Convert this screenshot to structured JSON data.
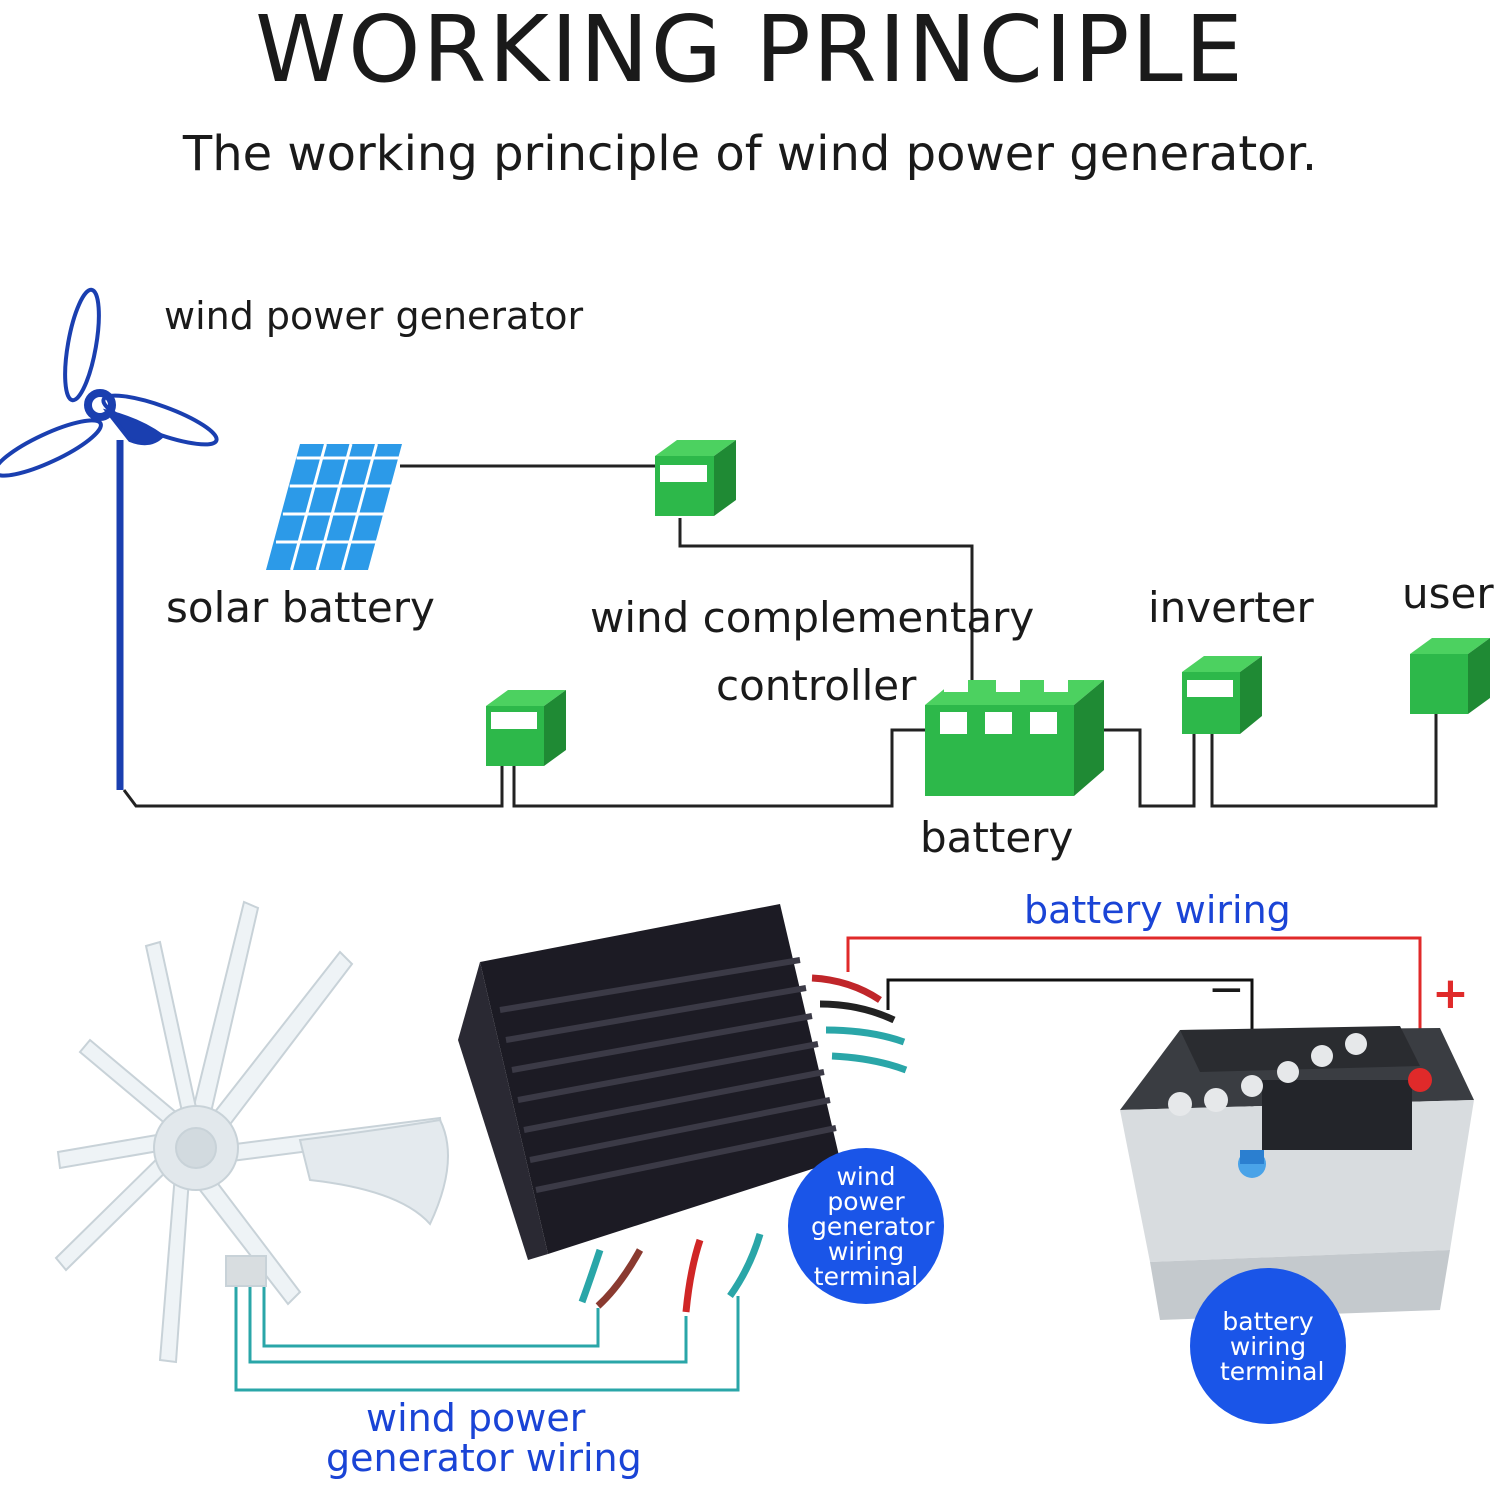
{
  "title": "WORKING PRINCIPLE",
  "subtitle": "The working principle of wind power generator.",
  "labels": {
    "wind_power_generator": "wind power generator",
    "solar_battery": "solar battery",
    "controller_line1": "wind complementary",
    "controller_line2": "controller",
    "inverter": "inverter",
    "user": "user",
    "battery": "battery",
    "battery_wiring": "battery wiring",
    "wiring_line1": "wind power",
    "wiring_line2": "generator wiring",
    "minus": "−",
    "plus": "+"
  },
  "badges": {
    "generator_terminal": "wind power generator wiring terminal",
    "battery_terminal": "battery wiring terminal"
  },
  "colors": {
    "green": "#2db84a",
    "dark_green": "#1f8a34",
    "solar_blue": "#2c9ae8",
    "turbine_blue": "#1a3fb0",
    "badge_blue": "#1a55e8",
    "wire_red": "#e02a2a",
    "wire_teal": "#2aa6a8"
  }
}
